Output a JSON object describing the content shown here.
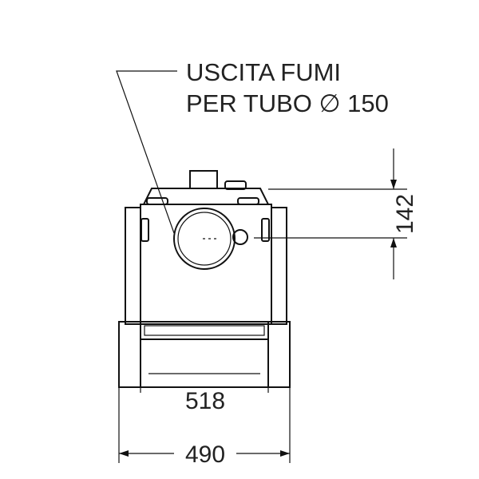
{
  "diagram": {
    "label_line1": "USCITA FUMI",
    "label_line2": "PER TUBO ∅ 150",
    "dim_height": "142",
    "dim_inner_width": "518",
    "dim_outer_width": "490"
  }
}
